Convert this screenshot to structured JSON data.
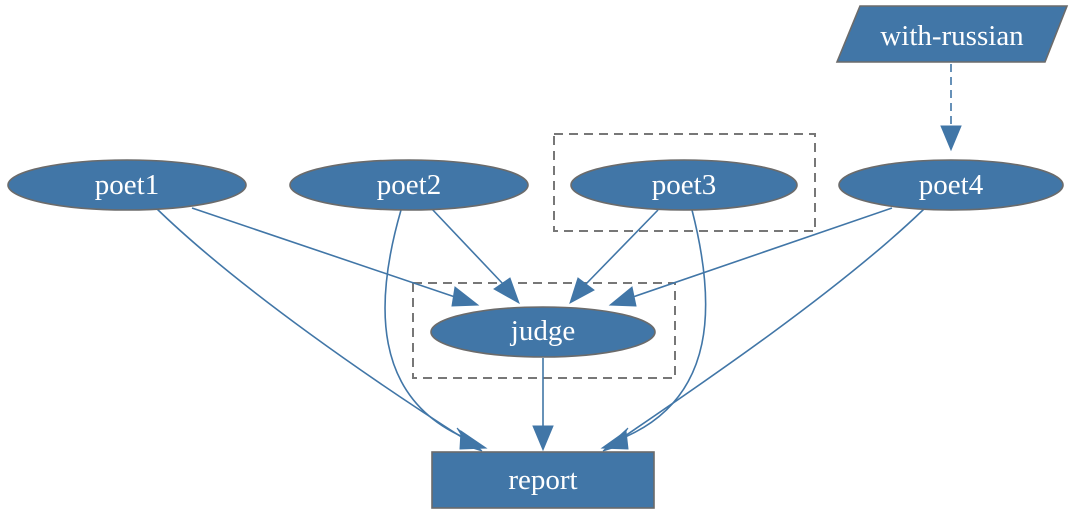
{
  "nodes": {
    "with_russian": "with-russian",
    "poet1": "poet1",
    "poet2": "poet2",
    "poet3": "poet3",
    "poet4": "poet4",
    "judge": "judge",
    "report": "report"
  },
  "edges": [
    {
      "from": "with-russian",
      "to": "poet4",
      "style": "dashed"
    },
    {
      "from": "poet1",
      "to": "judge"
    },
    {
      "from": "poet1",
      "to": "report"
    },
    {
      "from": "poet2",
      "to": "judge"
    },
    {
      "from": "poet2",
      "to": "report"
    },
    {
      "from": "poet3",
      "to": "judge"
    },
    {
      "from": "poet3",
      "to": "report"
    },
    {
      "from": "poet4",
      "to": "judge"
    },
    {
      "from": "poet4",
      "to": "report"
    },
    {
      "from": "judge",
      "to": "report"
    }
  ],
  "colors": {
    "node_fill": "#4176a7",
    "node_stroke": "#6b6b6b",
    "edge": "#4176a7",
    "cluster_border": "#777777"
  }
}
